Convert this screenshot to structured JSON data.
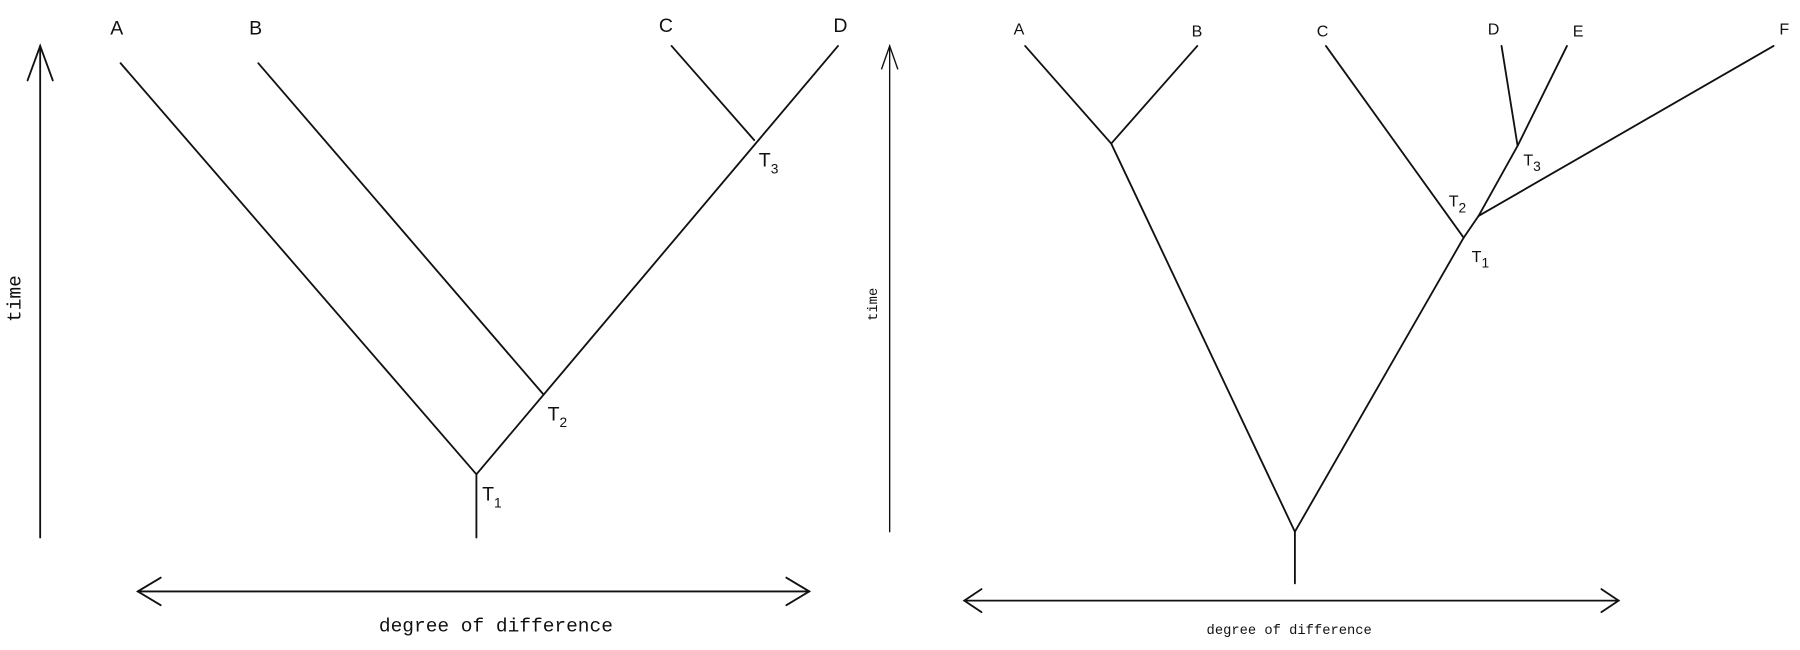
{
  "diagram_left": {
    "taxa": [
      "A",
      "B",
      "C",
      "D"
    ],
    "nodes": [
      {
        "label": "T",
        "sub": "1"
      },
      {
        "label": "T",
        "sub": "2"
      },
      {
        "label": "T",
        "sub": "3"
      }
    ],
    "y_axis_label": "time",
    "x_axis_label": "degree of difference"
  },
  "diagram_right": {
    "taxa": [
      "A",
      "B",
      "C",
      "D",
      "E",
      "F"
    ],
    "nodes": [
      {
        "label": "T",
        "sub": "1"
      },
      {
        "label": "T",
        "sub": "2"
      },
      {
        "label": "T",
        "sub": "3"
      }
    ],
    "y_axis_label": "time",
    "x_axis_label": "degree of difference"
  }
}
